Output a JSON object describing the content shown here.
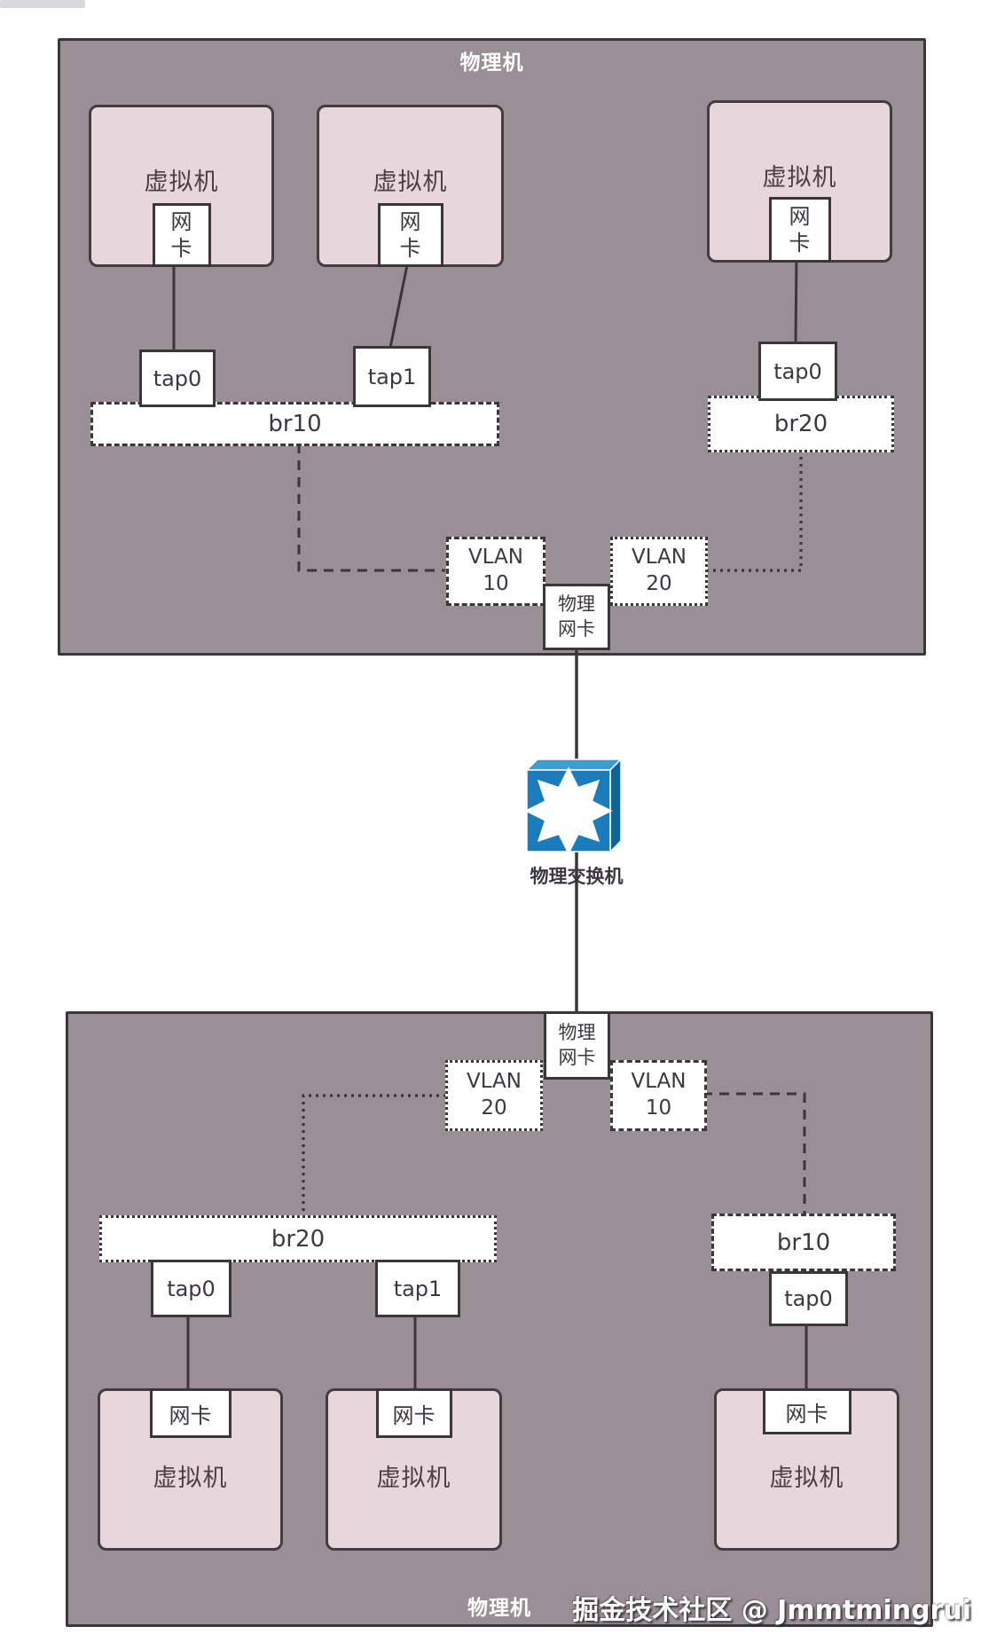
{
  "colors": {
    "host_fill": "#9a8f95",
    "host_border": "#3b363a",
    "vm_fill": "#e7d6db",
    "box_border": "#3b363a",
    "switch_front": "#1a7cba",
    "switch_top": "#3f9bd0",
    "switch_side": "#0e6399",
    "text_dark": "#3d3741",
    "text_light": "#ffffff"
  },
  "top_host": {
    "label": "物理机",
    "vms": [
      {
        "label": "虚拟机",
        "nic_line1": "网",
        "nic_line2": "卡"
      },
      {
        "label": "虚拟机",
        "nic_line1": "网",
        "nic_line2": "卡"
      },
      {
        "label": "虚拟机",
        "nic_line1": "网",
        "nic_line2": "卡"
      }
    ],
    "taps": [
      "tap0",
      "tap1",
      "tap0"
    ],
    "bridges": [
      {
        "label": "br10",
        "style": "dashed"
      },
      {
        "label": "br20",
        "style": "dotted"
      }
    ],
    "vlans": [
      {
        "line1": "VLAN",
        "line2": "10",
        "style": "dashed"
      },
      {
        "line1": "VLAN",
        "line2": "20",
        "style": "dotted"
      }
    ],
    "pnic_line1": "物理",
    "pnic_line2": "网卡"
  },
  "switch": {
    "label": "物理交换机"
  },
  "bottom_host": {
    "label": "物理机",
    "pnic_line1": "物理",
    "pnic_line2": "网卡",
    "vlans": [
      {
        "line1": "VLAN",
        "line2": "20",
        "style": "dotted"
      },
      {
        "line1": "VLAN",
        "line2": "10",
        "style": "dashed"
      }
    ],
    "bridges": [
      {
        "label": "br20",
        "style": "dotted"
      },
      {
        "label": "br10",
        "style": "dashed"
      }
    ],
    "taps": [
      "tap0",
      "tap1",
      "tap0"
    ],
    "vms": [
      {
        "label": "虚拟机",
        "nic": "网卡"
      },
      {
        "label": "虚拟机",
        "nic": "网卡"
      },
      {
        "label": "虚拟机",
        "nic": "网卡"
      }
    ]
  },
  "watermark": "掘金技术社区 @ Jmmtmingrui"
}
